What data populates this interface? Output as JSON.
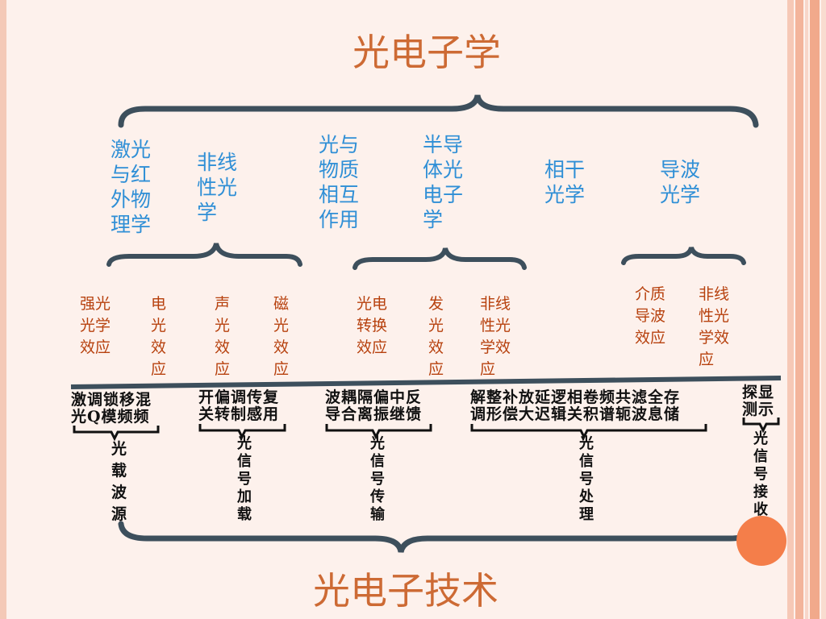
{
  "title_top": "光电子学",
  "title_bottom": "光电子技术",
  "colors": {
    "title": "#cd6a34",
    "discipline_text": "#2f8fd6",
    "effect_text": "#b7410e",
    "brace": "#3d4f5c",
    "accent_circle": "#f47e4a"
  },
  "disciplines": [
    "激光\n与红\n外物\n理学",
    "非线\n性光\n学",
    "光与\n物质\n相互\n作用",
    "半导\n体光\n电子\n学",
    "相干\n光学",
    "导波\n光学"
  ],
  "effects": [
    "强光\n光学\n效应",
    "电\n光\n效\n应",
    "声\n光\n效\n应",
    "磁\n光\n效\n应",
    "光电\n转换\n效应",
    "发\n光\n效\n应",
    "非线\n性光\n学效\n应",
    "介质\n导波\n效应",
    "非线\n性光\n学效\n应"
  ],
  "techniques": [
    {
      "items": "激调锁移混\n光Q模频频",
      "category": "光\n载\n波\n源"
    },
    {
      "items": "开偏调传复\n关转制感用",
      "category": "光\n信\n号\n加\n载"
    },
    {
      "items": "波耦隔偏中反\n导合离振继馈",
      "category": "光\n信\n号\n传\n输"
    },
    {
      "items": "解整补放延逻相卷频共滤全存\n调形偿大迟辑关积谱轭波息储",
      "category": "光\n信\n号\n处\n理"
    },
    {
      "items": "探显\n测示",
      "category": "光\n信\n号\n接\n收"
    }
  ]
}
